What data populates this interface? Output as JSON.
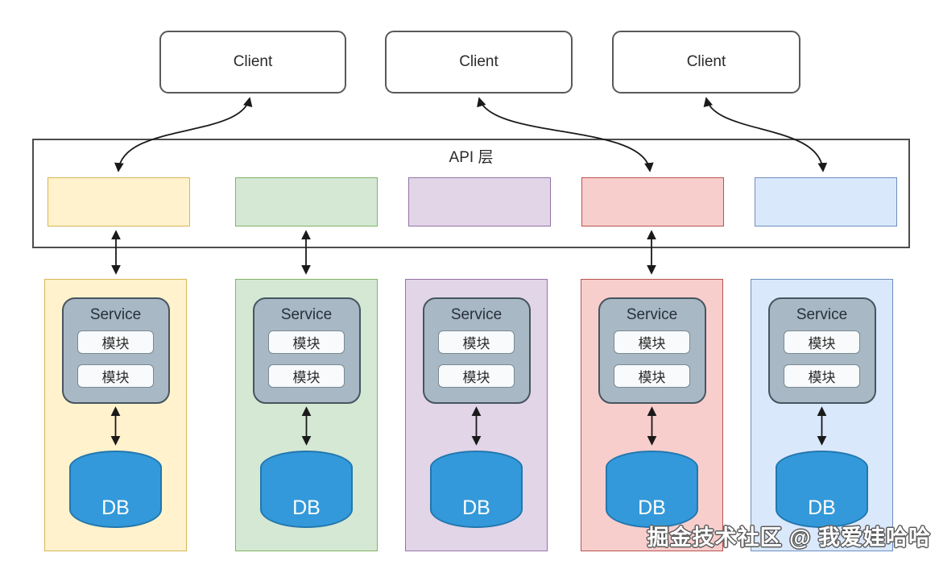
{
  "diagram": {
    "clients": [
      {
        "label": "Client"
      },
      {
        "label": "Client"
      },
      {
        "label": "Client"
      }
    ],
    "api_layer": {
      "label": "API 层",
      "slots": [
        {
          "theme": "yellow"
        },
        {
          "theme": "green"
        },
        {
          "theme": "purple"
        },
        {
          "theme": "red"
        },
        {
          "theme": "blue"
        }
      ]
    },
    "columns": [
      {
        "theme": "yellow",
        "service": {
          "label": "Service",
          "modules": [
            {
              "label": "模块"
            },
            {
              "label": "模块"
            }
          ]
        },
        "db": {
          "label": "DB"
        }
      },
      {
        "theme": "green",
        "service": {
          "label": "Service",
          "modules": [
            {
              "label": "模块"
            },
            {
              "label": "模块"
            }
          ]
        },
        "db": {
          "label": "DB"
        }
      },
      {
        "theme": "purple",
        "service": {
          "label": "Service",
          "modules": [
            {
              "label": "模块"
            },
            {
              "label": "模块"
            }
          ]
        },
        "db": {
          "label": "DB"
        }
      },
      {
        "theme": "red",
        "service": {
          "label": "Service",
          "modules": [
            {
              "label": "模块"
            },
            {
              "label": "模块"
            }
          ]
        },
        "db": {
          "label": "DB"
        }
      },
      {
        "theme": "blue",
        "service": {
          "label": "Service",
          "modules": [
            {
              "label": "模块"
            },
            {
              "label": "模块"
            }
          ]
        },
        "db": {
          "label": "DB"
        }
      }
    ],
    "connections": [
      "client-1 <-> api-slot-yellow",
      "client-2 <-> api-slot-red",
      "client-3 <-> api-slot-blue",
      "api-slot-yellow <-> column-yellow",
      "api-slot-green <-> column-green",
      "api-slot-red <-> column-red",
      "service <-> db (each column)"
    ],
    "watermark": "掘金技术社区 @ 我爱娃哈哈"
  },
  "colors": {
    "yellow-fill": "#FFF2CC",
    "yellow-stroke": "#D6B656",
    "green-fill": "#D5E8D4",
    "green-stroke": "#82B366",
    "purple-fill": "#E1D5E7",
    "purple-stroke": "#9673A6",
    "red-fill": "#F8CECC",
    "red-stroke": "#B85450",
    "blue-fill": "#DAE8FC",
    "blue-stroke": "#6C8EBF",
    "service-fill": "#A8B8C4",
    "service-stroke": "#46555F",
    "module-fill": "#F8FAFB",
    "module-stroke": "#7A8A94",
    "db-fill": "#3399DA",
    "db-stroke": "#2277AE",
    "arrow": "#1A1A1A",
    "box-stroke": "#595959"
  }
}
